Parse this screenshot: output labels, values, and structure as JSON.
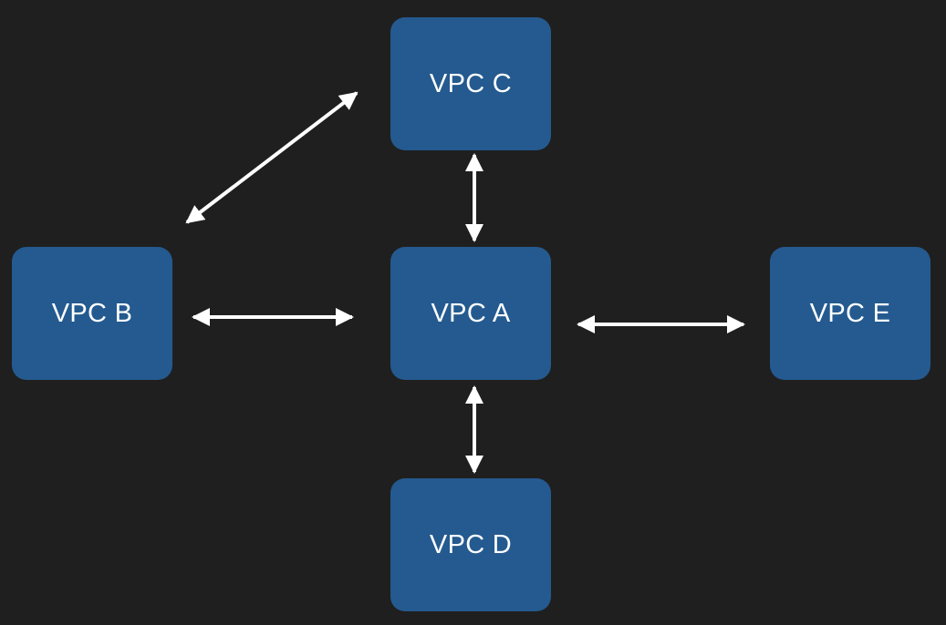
{
  "colors": {
    "background": "#1f1f1f",
    "node_fill": "#245a8f",
    "arrow": "#ffffff",
    "text": "#ffffff"
  },
  "nodes": {
    "a": {
      "label": "VPC A"
    },
    "b": {
      "label": "VPC B"
    },
    "c": {
      "label": "VPC C"
    },
    "d": {
      "label": "VPC D"
    },
    "e": {
      "label": "VPC E"
    }
  },
  "connections": [
    {
      "from": "VPC B",
      "to": "VPC C",
      "bidirectional": true
    },
    {
      "from": "VPC A",
      "to": "VPC C",
      "bidirectional": true
    },
    {
      "from": "VPC B",
      "to": "VPC A",
      "bidirectional": true
    },
    {
      "from": "VPC A",
      "to": "VPC E",
      "bidirectional": true
    },
    {
      "from": "VPC A",
      "to": "VPC D",
      "bidirectional": true
    }
  ]
}
